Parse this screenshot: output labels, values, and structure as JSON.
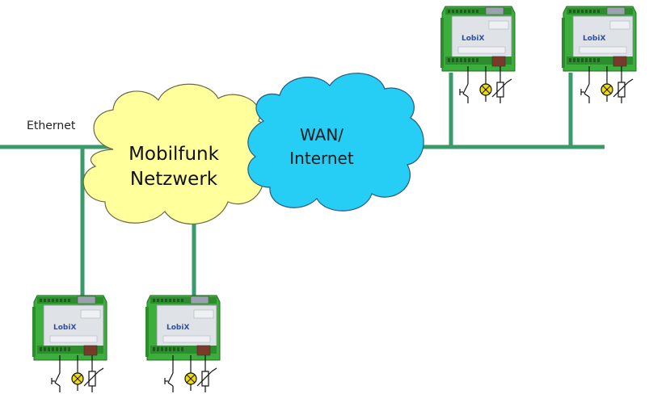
{
  "labels": {
    "ethernet": "Ethernet",
    "mobile_line1": "Mobilfunk",
    "mobile_line2": "Netzwerk",
    "wan_line1": "WAN/",
    "wan_line2": "Internet",
    "device_logo": "LobiX"
  },
  "colors": {
    "network_line": "#3a9a6a",
    "mobile_cloud_fill": "#ffff9c",
    "wan_cloud_fill": "#26cdf5",
    "device_housing": "#3cae3c",
    "device_panel": "#dfe3e8",
    "lamp": "#f2dc00"
  },
  "nodes": [
    {
      "id": "device-top-1",
      "label": "LobiX"
    },
    {
      "id": "device-top-2",
      "label": "LobiX"
    },
    {
      "id": "device-bottom-1",
      "label": "LobiX"
    },
    {
      "id": "device-bottom-2",
      "label": "LobiX"
    }
  ]
}
